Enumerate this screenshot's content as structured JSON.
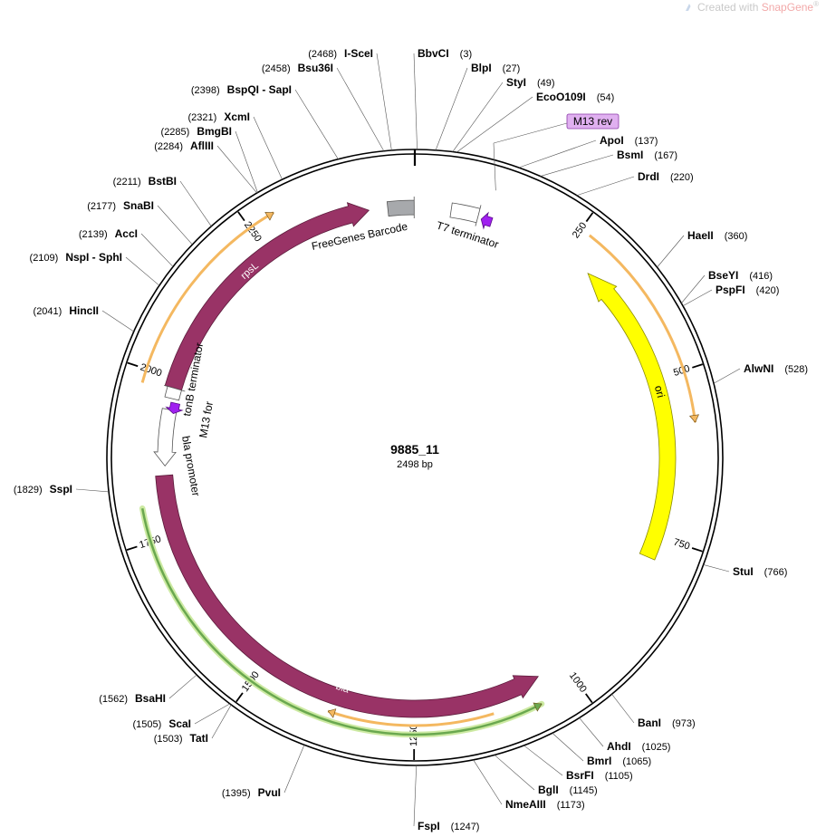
{
  "watermark": {
    "prefix": "Created with ",
    "brand": "SnapGene",
    "mark": "®"
  },
  "plasmid": {
    "name": "9885_11",
    "length_label": "2498 bp",
    "length": 2498
  },
  "ticks": [
    250,
    500,
    750,
    1000,
    1250,
    1500,
    1750,
    2000,
    2250
  ],
  "sites": [
    {
      "name": "BbvCI",
      "pos": 3,
      "pos_label": "(3)"
    },
    {
      "name": "BlpI",
      "pos": 27,
      "pos_label": "(27)"
    },
    {
      "name": "StyI",
      "pos": 49,
      "pos_label": "(49)"
    },
    {
      "name": "EcoO109I",
      "pos": 54,
      "pos_label": "(54)"
    },
    {
      "name": "ApoI",
      "pos": 137,
      "pos_label": "(137)"
    },
    {
      "name": "BsmI",
      "pos": 167,
      "pos_label": "(167)"
    },
    {
      "name": "DrdI",
      "pos": 220,
      "pos_label": "(220)"
    },
    {
      "name": "HaeII",
      "pos": 360,
      "pos_label": "(360)"
    },
    {
      "name": "BseYI",
      "pos": 416,
      "pos_label": "(416)"
    },
    {
      "name": "PspFI",
      "pos": 420,
      "pos_label": "(420)"
    },
    {
      "name": "AlwNI",
      "pos": 528,
      "pos_label": "(528)"
    },
    {
      "name": "StuI",
      "pos": 766,
      "pos_label": "(766)"
    },
    {
      "name": "BanI",
      "pos": 973,
      "pos_label": "(973)"
    },
    {
      "name": "AhdI",
      "pos": 1025,
      "pos_label": "(1025)"
    },
    {
      "name": "BmrI",
      "pos": 1065,
      "pos_label": "(1065)"
    },
    {
      "name": "BsrFI",
      "pos": 1105,
      "pos_label": "(1105)"
    },
    {
      "name": "BglI",
      "pos": 1145,
      "pos_label": "(1145)"
    },
    {
      "name": "NmeAIII",
      "pos": 1173,
      "pos_label": "(1173)"
    },
    {
      "name": "FspI",
      "pos": 1247,
      "pos_label": "(1247)"
    },
    {
      "name": "PvuI",
      "pos": 1395,
      "pos_label": "(1395)"
    },
    {
      "name": "TatI",
      "pos": 1503,
      "pos_label": "(1503)"
    },
    {
      "name": "ScaI",
      "pos": 1505,
      "pos_label": "(1505)"
    },
    {
      "name": "BsaHI",
      "pos": 1562,
      "pos_label": "(1562)"
    },
    {
      "name": "SspI",
      "pos": 1829,
      "pos_label": "(1829)"
    },
    {
      "name": "HincII",
      "pos": 2041,
      "pos_label": "(2041)"
    },
    {
      "name": "NspI - SphI",
      "pos": 2109,
      "pos_label": "(2109)"
    },
    {
      "name": "AccI",
      "pos": 2139,
      "pos_label": "(2139)"
    },
    {
      "name": "SnaBI",
      "pos": 2177,
      "pos_label": "(2177)"
    },
    {
      "name": "BstBI",
      "pos": 2211,
      "pos_label": "(2211)"
    },
    {
      "name": "AflIII",
      "pos": 2284,
      "pos_label": "(2284)"
    },
    {
      "name": "BmgBI",
      "pos": 2285,
      "pos_label": "(2285)"
    },
    {
      "name": "XcmI",
      "pos": 2321,
      "pos_label": "(2321)"
    },
    {
      "name": "BspQI - SapI",
      "pos": 2398,
      "pos_label": "(2398)"
    },
    {
      "name": "Bsu36I",
      "pos": 2458,
      "pos_label": "(2458)"
    },
    {
      "name": "I-SceI",
      "pos": 2468,
      "pos_label": "(2468)"
    }
  ],
  "features": {
    "ori_label": "ori",
    "bla_label": "bla",
    "rpsl_label": "rpsL",
    "bla_promoter_label": "bla promoter",
    "tonb_label": "tonB terminator",
    "m13for_label": "M13 for",
    "m13rev_label": "M13 rev",
    "t7_label": "T7 terminator",
    "barcode_label": "FreeGenes Barcode"
  },
  "colors": {
    "ori": "#ffff00",
    "bla": "#993366",
    "rpsl": "#993366",
    "primer": "#a020f0",
    "primer_label_bg": "#e0b0f0",
    "barcode": "#a7a9ac",
    "orf_orange": "#f4b860",
    "orf_green": "#6aa84f",
    "orf_green_glow": "#cdeaa3"
  }
}
